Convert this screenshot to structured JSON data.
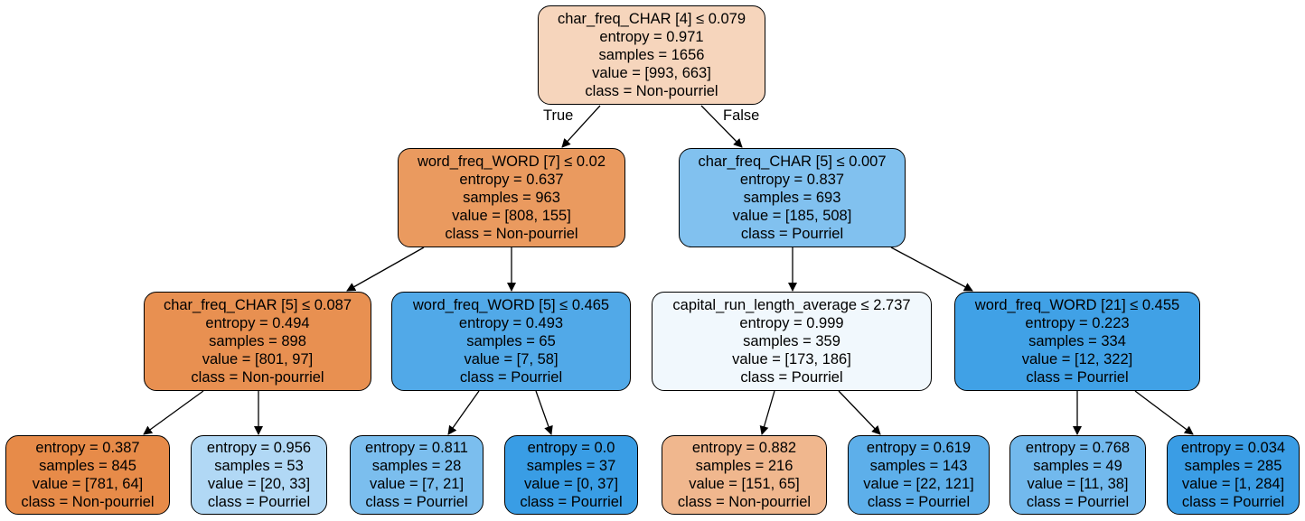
{
  "edge_labels": {
    "true_label": "True",
    "false_label": "False"
  },
  "nodes": {
    "n0": {
      "split": "char_freq_CHAR [4] ≤ 0.079",
      "entropy": "entropy = 0.971",
      "samples": "samples = 1656",
      "value": "value = [993, 663]",
      "class": "class = Non-pourriel",
      "fill": "#f6d5bc"
    },
    "n1": {
      "split": "word_freq_WORD [7] ≤ 0.02",
      "entropy": "entropy = 0.637",
      "samples": "samples = 963",
      "value": "value = [808, 155]",
      "class": "class = Non-pourriel",
      "fill": "#ea9a5f"
    },
    "n2": {
      "split": "char_freq_CHAR [5] ≤ 0.007",
      "entropy": "entropy = 0.837",
      "samples": "samples = 693",
      "value": "value = [185, 508]",
      "class": "class = Pourriel",
      "fill": "#81c1ef"
    },
    "n3": {
      "split": "char_freq_CHAR [5] ≤ 0.087",
      "entropy": "entropy = 0.494",
      "samples": "samples = 898",
      "value": "value = [801, 97]",
      "class": "class = Non-pourriel",
      "fill": "#e89051"
    },
    "n4": {
      "split": "word_freq_WORD [5] ≤ 0.465",
      "entropy": "entropy = 0.493",
      "samples": "samples = 65",
      "value": "value = [7, 58]",
      "class": "class = Pourriel",
      "fill": "#51a9e8"
    },
    "n5": {
      "split": "capital_run_length_average ≤ 2.737",
      "entropy": "entropy = 0.999",
      "samples": "samples = 359",
      "value": "value = [173, 186]",
      "class": "class = Pourriel",
      "fill": "#f1f8fd"
    },
    "n6": {
      "split": "word_freq_WORD [21] ≤ 0.455",
      "entropy": "entropy = 0.223",
      "samples": "samples = 334",
      "value": "value = [12, 322]",
      "class": "class = Pourriel",
      "fill": "#40a1e6"
    },
    "n7": {
      "entropy": "entropy = 0.387",
      "samples": "samples = 845",
      "value": "value = [781, 64]",
      "class": "class = Non-pourriel",
      "fill": "#e78b49"
    },
    "n8": {
      "entropy": "entropy = 0.956",
      "samples": "samples = 53",
      "value": "value = [20, 33]",
      "class": "class = Pourriel",
      "fill": "#b1d8f5"
    },
    "n9": {
      "entropy": "entropy = 0.811",
      "samples": "samples = 28",
      "value": "value = [7, 21]",
      "class": "class = Pourriel",
      "fill": "#7bbeee"
    },
    "n10": {
      "entropy": "entropy = 0.0",
      "samples": "samples = 37",
      "value": "value = [0, 37]",
      "class": "class = Pourriel",
      "fill": "#399de5"
    },
    "n11": {
      "entropy": "entropy = 0.882",
      "samples": "samples = 216",
      "value": "value = [151, 65]",
      "class": "class = Non-pourriel",
      "fill": "#f0b78e"
    },
    "n12": {
      "entropy": "entropy = 0.619",
      "samples": "samples = 143",
      "value": "value = [22, 121]",
      "class": "class = Pourriel",
      "fill": "#5dafea"
    },
    "n13": {
      "entropy": "entropy = 0.768",
      "samples": "samples = 49",
      "value": "value = [11, 38]",
      "class": "class = Pourriel",
      "fill": "#72b9ed"
    },
    "n14": {
      "entropy": "entropy = 0.034",
      "samples": "samples = 285",
      "value": "value = [1, 284]",
      "class": "class = Pourriel",
      "fill": "#3a9de5"
    }
  }
}
